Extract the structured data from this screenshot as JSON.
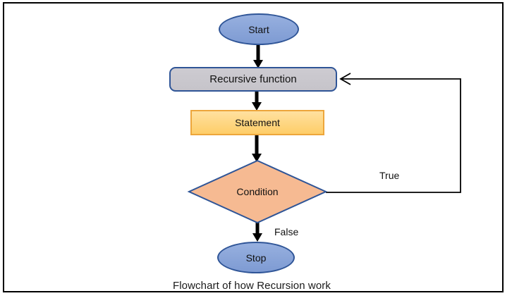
{
  "diagram": {
    "caption": "Flowchart of how Recursion work",
    "nodes": {
      "start": {
        "label": "Start",
        "type": "terminator",
        "fill": "#8EA9DB",
        "border": "#2F5597"
      },
      "recursive": {
        "label": "Recursive function",
        "type": "process",
        "fill": "#C9C7CD",
        "border": "#2F5597"
      },
      "statement": {
        "label": "Statement",
        "type": "process",
        "fill": "#FFD467",
        "border": "#EDA63B"
      },
      "condition": {
        "label": "Condition",
        "type": "decision",
        "fill": "#F6BA92",
        "border": "#2F5597"
      },
      "stop": {
        "label": "Stop",
        "type": "terminator",
        "fill": "#8EA9DB",
        "border": "#2F5597"
      }
    },
    "edges": {
      "true_label": "True",
      "false_label": "False"
    },
    "colors": {
      "connector": "#000000",
      "frame_border": "#000000"
    }
  }
}
